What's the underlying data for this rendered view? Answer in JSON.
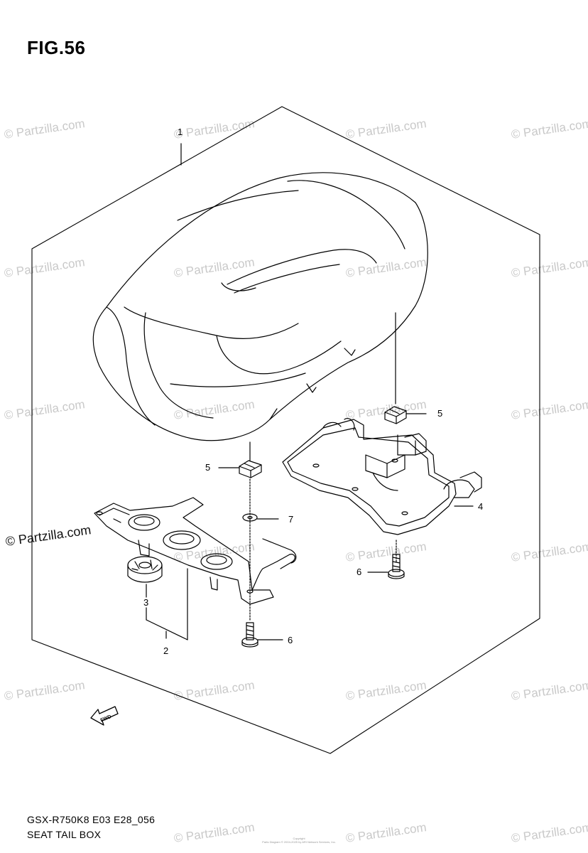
{
  "figure": {
    "title": "FIG.56",
    "code": "GSX-R750K8 E03 E28_056",
    "name": "SEAT TAIL BOX"
  },
  "watermark": {
    "text": "© Partzilla.com"
  },
  "callouts": {
    "c1": "1",
    "c2": "2",
    "c3": "3",
    "c4": "4",
    "c5a": "5",
    "c5b": "5",
    "c6a": "6",
    "c6b": "6",
    "c7": "7"
  },
  "fwd_label": "FWD",
  "copyright_lines": [
    "Copyright",
    "Parts Diagram © 2004-2025 by ARI Network Services, Inc."
  ]
}
